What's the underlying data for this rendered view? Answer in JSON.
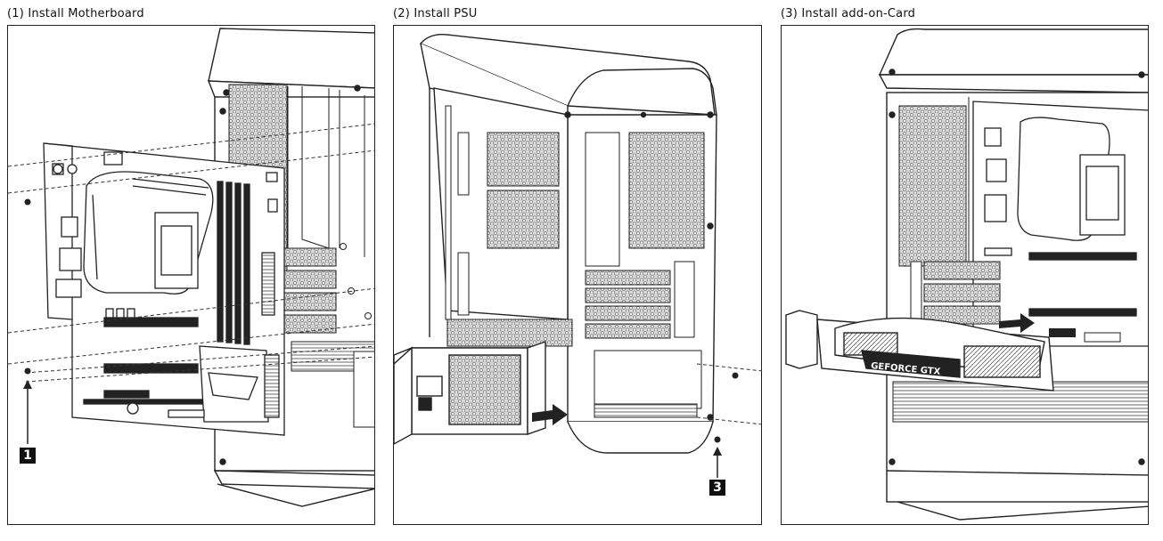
{
  "steps": [
    {
      "title": "(1) Install Motherboard",
      "callout": "1"
    },
    {
      "title": "(2) Install PSU",
      "callout": "3"
    },
    {
      "title": "(3) Install add-on-Card"
    }
  ],
  "labels": {
    "gpu_text": "GEFORCE GTX"
  },
  "colors": {
    "line": "#222222",
    "mesh": "#cccccc",
    "callout_bg": "#111111"
  }
}
